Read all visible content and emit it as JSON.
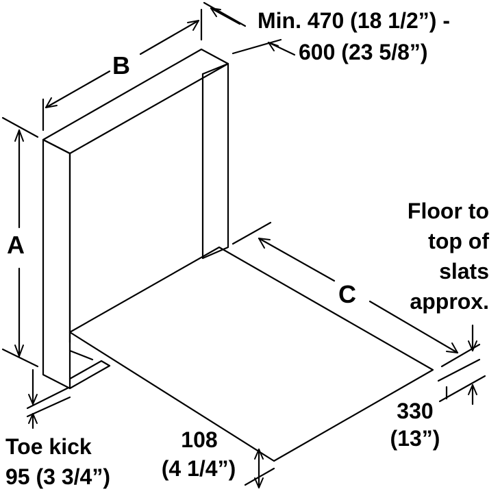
{
  "labels": {
    "a": "A",
    "b": "B",
    "c": "C",
    "depth_line1": "Min. 470 (18 1/2”) -",
    "depth_line2": "600 (23 5/8”)",
    "floor_line1": "Floor to",
    "floor_line2": "top of",
    "floor_line3": "slats",
    "floor_line4": "approx.",
    "slat_value": "330",
    "slat_inches": "(13”)",
    "leg_value": "108",
    "leg_inches": "(4 1/4”)",
    "toe_line1": "Toe kick",
    "toe_line2": "95 (3 3/4”)"
  },
  "colors": {
    "line": "#000000",
    "background": "#ffffff"
  }
}
